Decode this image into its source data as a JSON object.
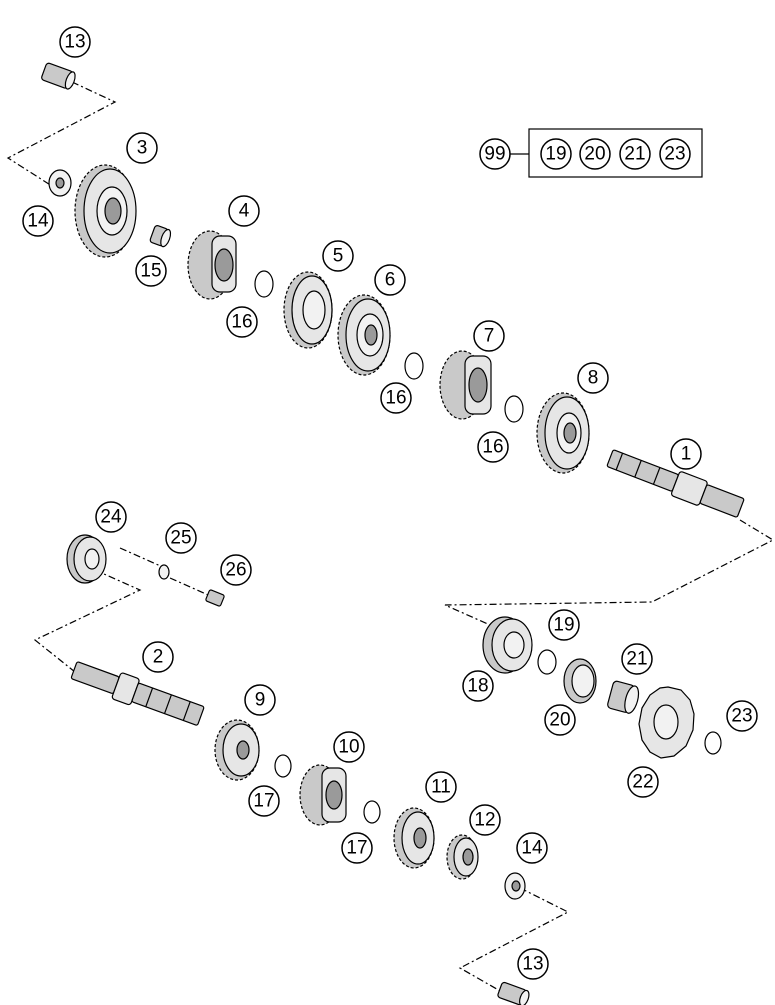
{
  "callouts": {
    "c1": "1",
    "c2": "2",
    "c3": "3",
    "c4": "4",
    "c5": "5",
    "c6": "6",
    "c7": "7",
    "c8": "8",
    "c9": "9",
    "c10": "10",
    "c11": "11",
    "c12": "12",
    "c13a": "13",
    "c13b": "13",
    "c14a": "14",
    "c14b": "14",
    "c15": "15",
    "c16a": "16",
    "c16b": "16",
    "c16c": "16",
    "c17a": "17",
    "c17b": "17",
    "c18": "18",
    "c19": "19",
    "c20": "20",
    "c21": "21",
    "c22": "22",
    "c23": "23",
    "c24": "24",
    "c25": "25",
    "c26": "26"
  },
  "kit": {
    "id": "99",
    "items": [
      "19",
      "20",
      "21",
      "23"
    ]
  }
}
